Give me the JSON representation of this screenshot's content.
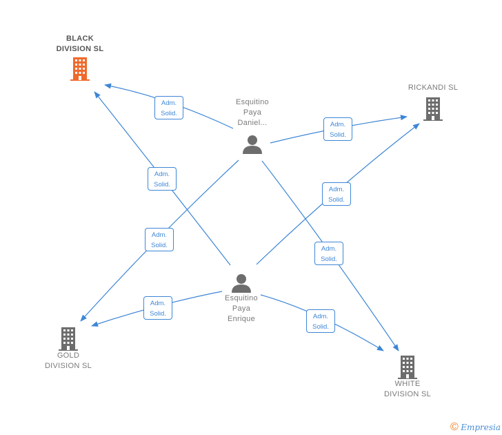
{
  "nodes": {
    "black_division": {
      "label": "BLACK\nDIVISION  SL",
      "type": "company",
      "color": "#f06a2c"
    },
    "rickandi": {
      "label": "RICKANDI  SL",
      "type": "company",
      "color": "#6d6d6d"
    },
    "gold_division": {
      "label": "GOLD\nDIVISION  SL",
      "type": "company",
      "color": "#6d6d6d"
    },
    "white_division": {
      "label": "WHITE\nDIVISION  SL",
      "type": "company",
      "color": "#6d6d6d"
    },
    "daniel": {
      "label": "Esquitino\nPaya\nDaniel...",
      "type": "person",
      "color": "#6d6d6d"
    },
    "enrique": {
      "label": "Esquitino\nPaya\nEnrique",
      "type": "person",
      "color": "#6d6d6d"
    }
  },
  "edges": [
    {
      "from": "daniel",
      "to": "black_division",
      "line1": "Adm.",
      "line2": "Solid."
    },
    {
      "from": "daniel",
      "to": "rickandi",
      "line1": "Adm.",
      "line2": "Solid."
    },
    {
      "from": "daniel",
      "to": "gold_division",
      "line1": "Adm.",
      "line2": "Solid."
    },
    {
      "from": "daniel",
      "to": "white_division",
      "line1": "Adm.",
      "line2": "Solid."
    },
    {
      "from": "enrique",
      "to": "black_division",
      "line1": "Adm.",
      "line2": "Solid."
    },
    {
      "from": "enrique",
      "to": "rickandi",
      "line1": "Adm.",
      "line2": "Solid."
    },
    {
      "from": "enrique",
      "to": "gold_division",
      "line1": "Adm.",
      "line2": "Solid."
    },
    {
      "from": "enrique",
      "to": "white_division",
      "line1": "Adm.",
      "line2": "Solid."
    }
  ],
  "colors": {
    "edge": "#3d86d6"
  },
  "footer": {
    "copyright": "©",
    "brand": "Empresia"
  }
}
